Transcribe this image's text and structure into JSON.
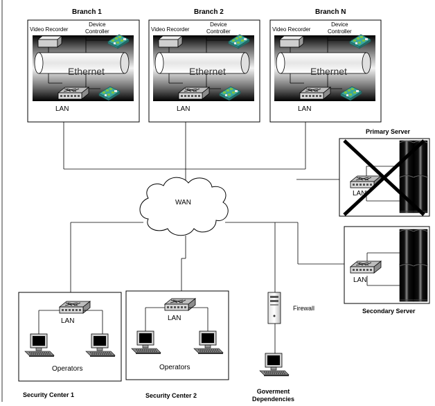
{
  "branches": [
    {
      "title": "Branch 1",
      "video_recorder": "Video Recorder",
      "device_controller": "Device\nController",
      "ethernet": "Ethernet",
      "lan": "LAN"
    },
    {
      "title": "Branch 2",
      "video_recorder": "Video Recorder",
      "device_controller": "Device\nController",
      "ethernet": "Ethernet",
      "lan": "LAN"
    },
    {
      "title": "Branch N",
      "video_recorder": "Video Recorder",
      "device_controller": "Device\nController",
      "ethernet": "Ethernet",
      "lan": "LAN"
    }
  ],
  "wan": "WAN",
  "primary_server": {
    "title": "Primary Server",
    "lan": "LAN"
  },
  "secondary_server": {
    "title": "Secondary Server",
    "lan": "LAN"
  },
  "firewall": "Firewall",
  "security_centers": [
    {
      "title": "Security Center 1",
      "lan": "LAN",
      "operators": "Operators"
    },
    {
      "title": "Security Center 2",
      "lan": "LAN",
      "operators": "Operators"
    }
  ],
  "government": "Goverment\nDependencies"
}
